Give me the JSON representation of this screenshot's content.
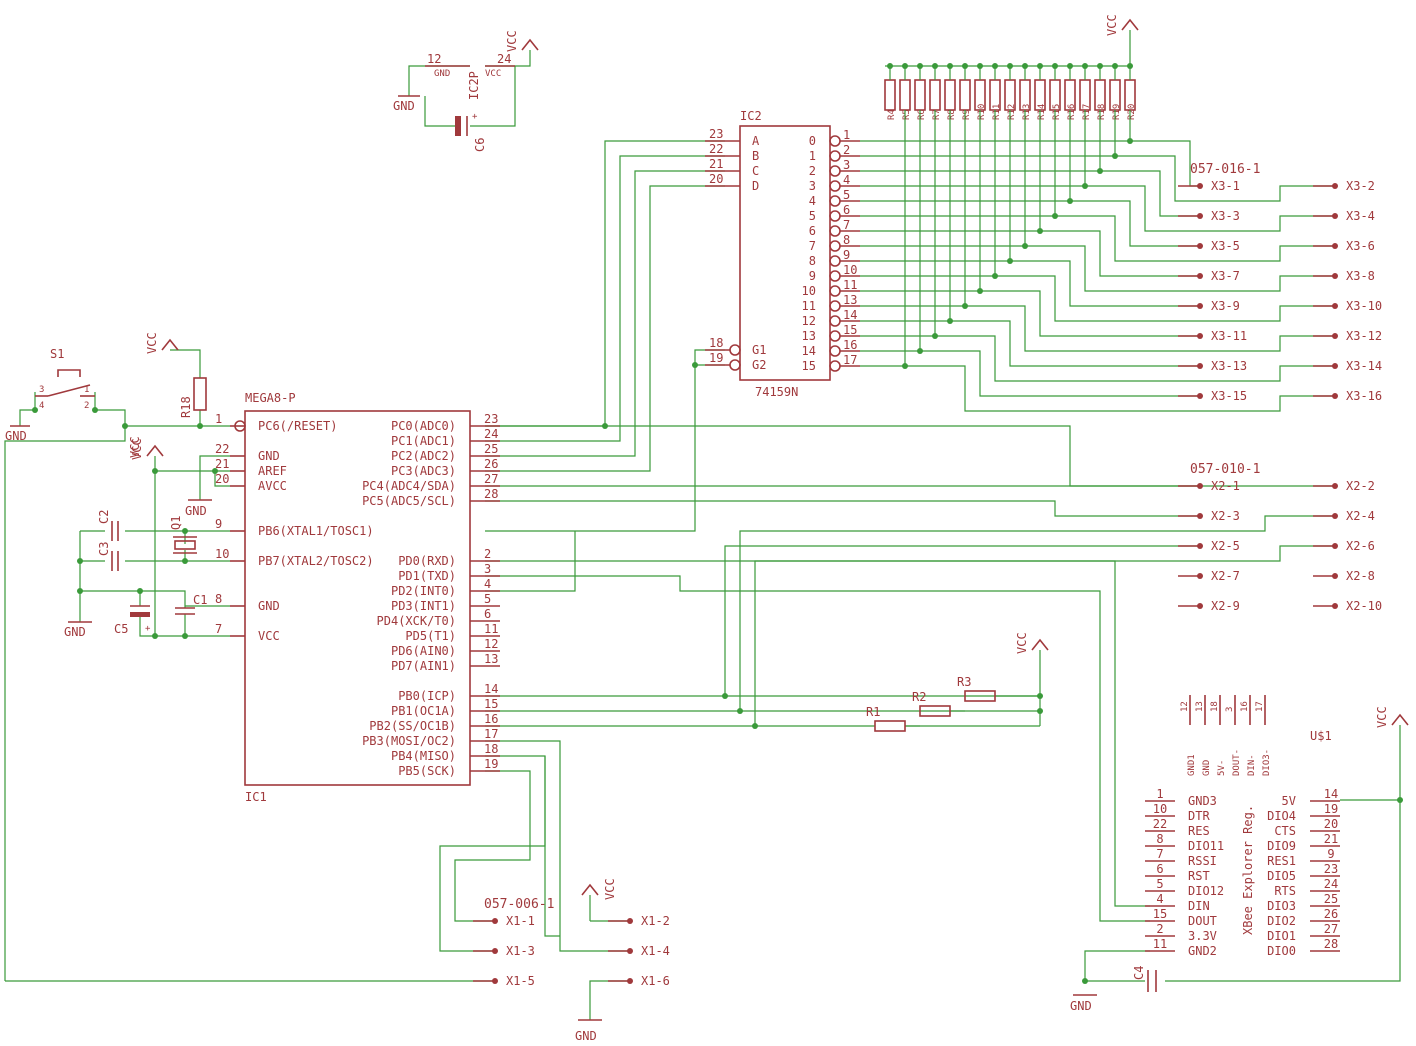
{
  "colors": {
    "wire": "#3a9a3a",
    "component": "#a0393c",
    "background": "#ffffff"
  },
  "rails": {
    "vcc": "VCC",
    "gnd": "GND"
  },
  "ic1": {
    "name": "IC1",
    "value": "MEGA8-P",
    "left_pins": [
      {
        "num": "1",
        "label": "PC6(/RESET)"
      },
      {
        "num": "22",
        "label": "GND"
      },
      {
        "num": "21",
        "label": "AREF"
      },
      {
        "num": "20",
        "label": "AVCC"
      },
      {
        "num": "9",
        "label": "PB6(XTAL1/TOSC1)"
      },
      {
        "num": "10",
        "label": "PB7(XTAL2/TOSC2)"
      },
      {
        "num": "8",
        "label": "GND"
      },
      {
        "num": "7",
        "label": "VCC"
      }
    ],
    "right_pins": [
      {
        "num": "23",
        "label": "PC0(ADC0)"
      },
      {
        "num": "24",
        "label": "PC1(ADC1)"
      },
      {
        "num": "25",
        "label": "PC2(ADC2)"
      },
      {
        "num": "26",
        "label": "PC3(ADC3)"
      },
      {
        "num": "27",
        "label": "PC4(ADC4/SDA)"
      },
      {
        "num": "28",
        "label": "PC5(ADC5/SCL)"
      },
      {
        "num": "2",
        "label": "PD0(RXD)"
      },
      {
        "num": "3",
        "label": "PD1(TXD)"
      },
      {
        "num": "4",
        "label": "PD2(INT0)"
      },
      {
        "num": "5",
        "label": "PD3(INT1)"
      },
      {
        "num": "6",
        "label": "PD4(XCK/T0)"
      },
      {
        "num": "11",
        "label": "PD5(T1)"
      },
      {
        "num": "12",
        "label": "PD6(AIN0)"
      },
      {
        "num": "13",
        "label": "PD7(AIN1)"
      },
      {
        "num": "14",
        "label": "PB0(ICP)"
      },
      {
        "num": "15",
        "label": "PB1(OC1A)"
      },
      {
        "num": "16",
        "label": "PB2(SS/OC1B)"
      },
      {
        "num": "17",
        "label": "PB3(MOSI/OC2)"
      },
      {
        "num": "18",
        "label": "PB4(MISO)"
      },
      {
        "num": "19",
        "label": "PB5(SCK)"
      }
    ]
  },
  "ic2": {
    "name": "IC2",
    "value": "74159N",
    "inputs": [
      {
        "num": "23",
        "label": "A"
      },
      {
        "num": "22",
        "label": "B"
      },
      {
        "num": "21",
        "label": "C"
      },
      {
        "num": "20",
        "label": "D"
      }
    ],
    "enables": [
      {
        "num": "18",
        "label": "G1"
      },
      {
        "num": "19",
        "label": "G2"
      }
    ],
    "outputs": [
      {
        "label": "0",
        "pin": "1"
      },
      {
        "label": "1",
        "pin": "2"
      },
      {
        "label": "2",
        "pin": "3"
      },
      {
        "label": "3",
        "pin": "4"
      },
      {
        "label": "4",
        "pin": "5"
      },
      {
        "label": "5",
        "pin": "6"
      },
      {
        "label": "6",
        "pin": "7"
      },
      {
        "label": "7",
        "pin": "8"
      },
      {
        "label": "8",
        "pin": "9"
      },
      {
        "label": "9",
        "pin": "10"
      },
      {
        "label": "10",
        "pin": "11"
      },
      {
        "label": "11",
        "pin": "13"
      },
      {
        "label": "12",
        "pin": "14"
      },
      {
        "label": "13",
        "pin": "15"
      },
      {
        "label": "14",
        "pin": "16"
      },
      {
        "label": "15",
        "pin": "17"
      }
    ]
  },
  "ic2p": {
    "name": "IC2P",
    "gnd_pin": "12",
    "vcc_pin": "24",
    "gnd_label": "GND",
    "vcc_label": "VCC"
  },
  "resistor_array": [
    "R4",
    "R5",
    "R6",
    "R7",
    "R8",
    "R9",
    "R10",
    "R11",
    "R12",
    "R13",
    "R14",
    "R15",
    "R16",
    "R17",
    "R18",
    "R19",
    "R20"
  ],
  "x3": {
    "name": "057-016-1",
    "left": [
      "X3-1",
      "X3-3",
      "X3-5",
      "X3-7",
      "X3-9",
      "X3-11",
      "X3-13",
      "X3-15"
    ],
    "right": [
      "X3-2",
      "X3-4",
      "X3-6",
      "X3-8",
      "X3-10",
      "X3-12",
      "X3-14",
      "X3-16"
    ]
  },
  "x2": {
    "name": "057-010-1",
    "left": [
      "X2-1",
      "X2-3",
      "X2-5",
      "X2-7",
      "X2-9"
    ],
    "right": [
      "X2-2",
      "X2-4",
      "X2-6",
      "X2-8",
      "X2-10"
    ]
  },
  "x1": {
    "name": "057-006-1",
    "left": [
      "X1-1",
      "X1-3",
      "X1-5"
    ],
    "right": [
      "X1-2",
      "X1-4",
      "X1-6"
    ]
  },
  "parts": {
    "s1": "S1",
    "s1_pins": [
      "3",
      "1",
      "4",
      "2"
    ],
    "r18": "R18",
    "c1": "C1",
    "c2": "C2",
    "c3": "C3",
    "c4": "C4",
    "c5": "C5",
    "c6": "C6",
    "q1": "Q1",
    "r1": "R1",
    "r2": "R2",
    "r3": "R3",
    "plus": "+"
  },
  "xbee": {
    "name": "U$1",
    "title": "XBee Explorer Reg.",
    "top_pins": [
      {
        "num": "12",
        "label": "GND1"
      },
      {
        "num": "13",
        "label": "GND"
      },
      {
        "num": "18",
        "label": "5V-"
      },
      {
        "num": "3",
        "label": "DOUT-"
      },
      {
        "num": "16",
        "label": "DIN-"
      },
      {
        "num": "17",
        "label": "DIO3-"
      }
    ],
    "left": [
      {
        "num": "1",
        "label": "GND3"
      },
      {
        "num": "10",
        "label": "DTR"
      },
      {
        "num": "22",
        "label": "RES"
      },
      {
        "num": "8",
        "label": "DIO11"
      },
      {
        "num": "7",
        "label": "RSSI"
      },
      {
        "num": "6",
        "label": "RST"
      },
      {
        "num": "5",
        "label": "DIO12"
      },
      {
        "num": "4",
        "label": "DIN"
      },
      {
        "num": "15",
        "label": "DOUT"
      },
      {
        "num": "2",
        "label": "3.3V"
      },
      {
        "num": "11",
        "label": "GND2"
      }
    ],
    "right": [
      {
        "num": "14",
        "label": "5V"
      },
      {
        "num": "19",
        "label": "DIO4"
      },
      {
        "num": "20",
        "label": "CTS"
      },
      {
        "num": "21",
        "label": "DIO9"
      },
      {
        "num": "9",
        "label": "RES1"
      },
      {
        "num": "23",
        "label": "DIO5"
      },
      {
        "num": "24",
        "label": "RTS"
      },
      {
        "num": "25",
        "label": "DIO3"
      },
      {
        "num": "26",
        "label": "DIO2"
      },
      {
        "num": "27",
        "label": "DIO1"
      },
      {
        "num": "28",
        "label": "DIO0"
      }
    ]
  }
}
